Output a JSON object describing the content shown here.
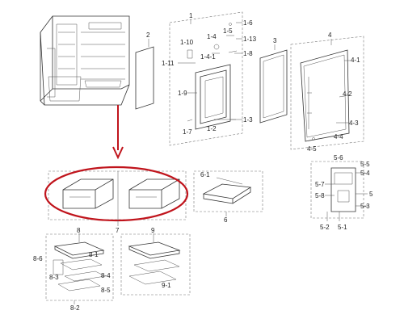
{
  "colors": {
    "line": "#333333",
    "highlight": "#c0141c",
    "background": "#ffffff"
  },
  "labels": {
    "l1": "1",
    "l1_6": "1-6",
    "l1_5": "1-5",
    "l1_13": "1-13",
    "l1_4": "1-4",
    "l1_10": "1-10",
    "l1_8": "1-8",
    "l1_4_1": "1-4-1",
    "l1_11": "1-11",
    "l1_9": "1-9",
    "l1_3": "1-3",
    "l1_2": "1-2",
    "l1_7": "1-7",
    "l2": "2",
    "l3": "3",
    "l4": "4",
    "l4_1": "4-1",
    "l4_2": "4-2",
    "l4_3": "4-3",
    "l4_4": "4-4",
    "l4_5": "4-5",
    "l5": "5",
    "l5_6": "5-6",
    "l5_5": "5-5",
    "l5_4": "5-4",
    "l5_7": "5-7",
    "l5_8": "5-8",
    "l5_3": "5-3",
    "l5_2": "5-2",
    "l5_1": "5-1",
    "l6": "6",
    "l6_1": "6-1",
    "l7": "7",
    "l8": "8",
    "l8_1": "8-1",
    "l8_6": "8-6",
    "l8_4": "8-4",
    "l8_3": "8-3",
    "l8_5": "8-5",
    "l8_2": "8-2",
    "l9": "9",
    "l9_1": "9-1"
  }
}
